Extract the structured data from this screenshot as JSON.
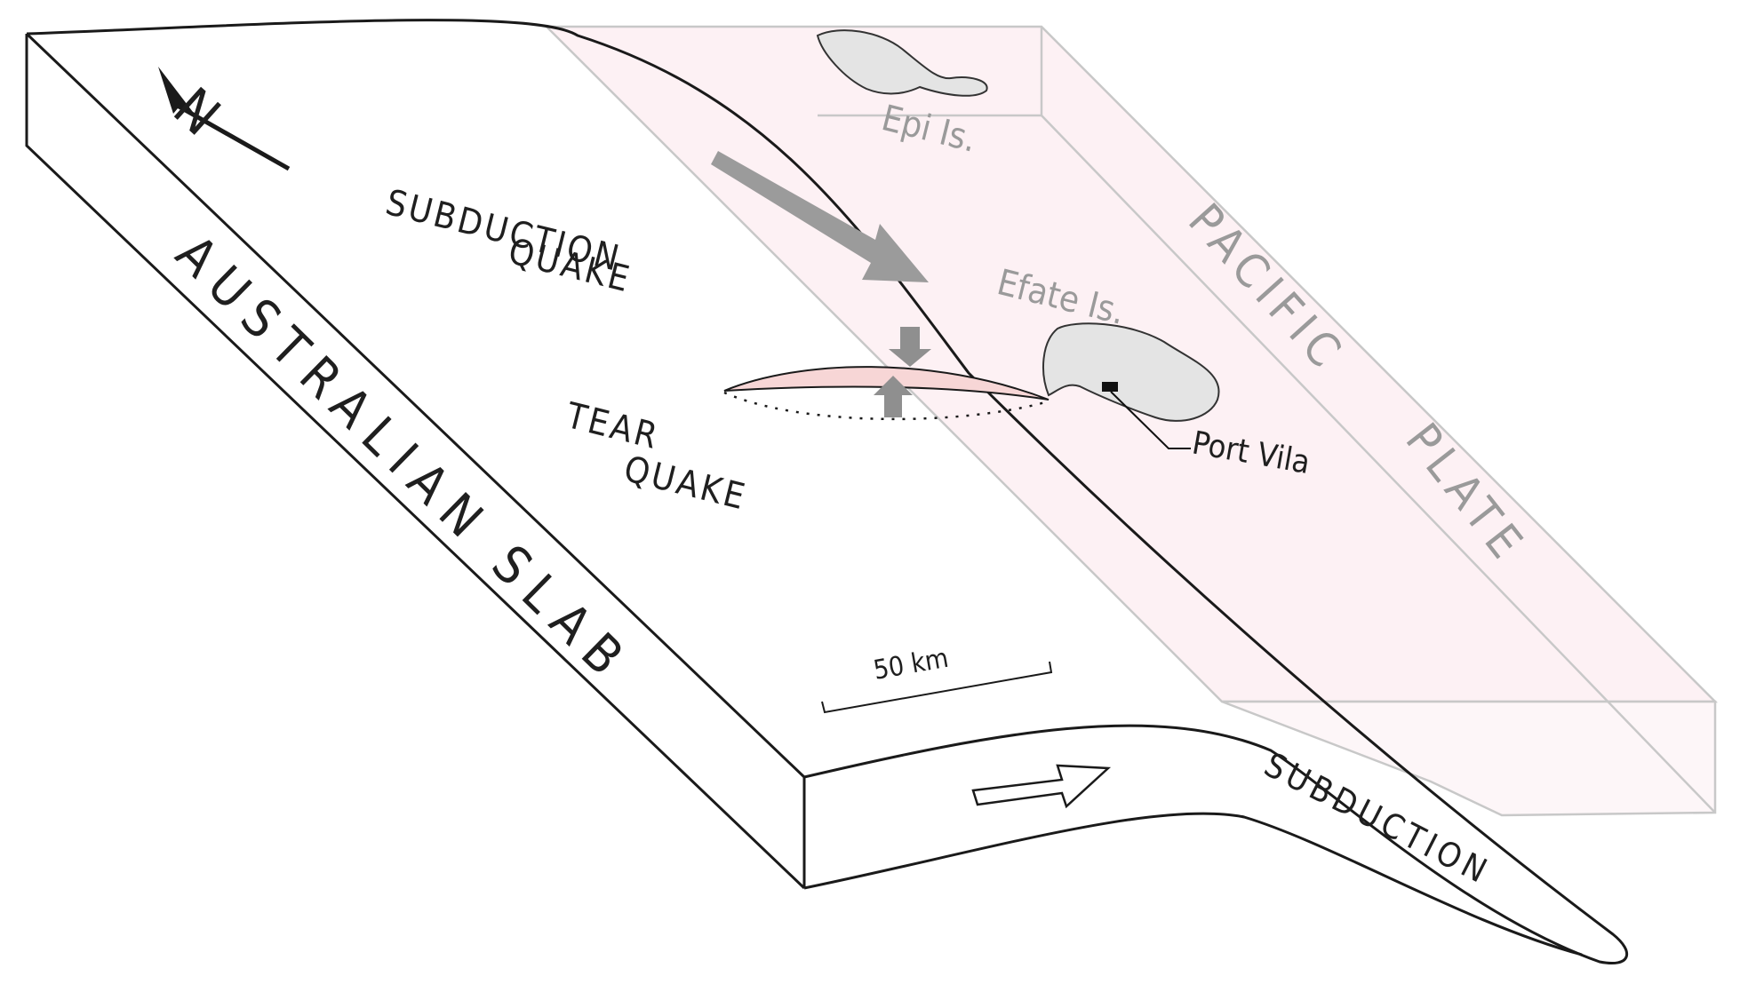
{
  "labels": {
    "australian_slab": "AUSTRALIAN SLAB",
    "subduction_quake_line1": "SUBDUCTION",
    "subduction_quake_line2": "QUAKE",
    "tear_quake_line1": "TEAR",
    "tear_quake_line2": "QUAKE",
    "epi": "Epi Is.",
    "efate": "Efate Is.",
    "port_vila": "Port Vila",
    "pacific": "PACIFIC",
    "plate": "PLATE",
    "subduction": "SUBDUCTION",
    "scale": "50 km",
    "north": "N"
  },
  "colors": {
    "outline": "#1a1a1a",
    "pacific_fill": "#fdeef2",
    "pacific_edge": "#c8c8c8",
    "island_fill": "#e4e4e4",
    "arrow_grey": "#9b9b9b",
    "tear_fill": "#f7d6d6",
    "grey_text": "#9a9a9a"
  }
}
